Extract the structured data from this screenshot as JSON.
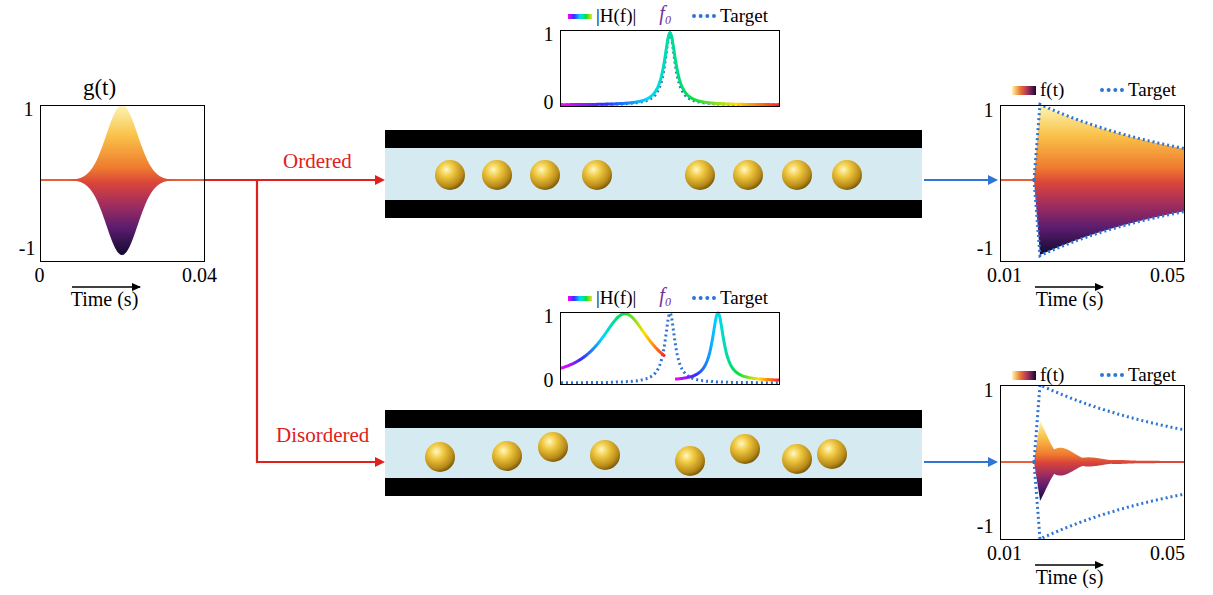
{
  "diagram": {
    "nodes": [
      {
        "text": [
          "g(t)",
          "1",
          "-1",
          "0",
          "0.04",
          "Time (s)"
        ]
      },
      {
        "text": [
          "f₀",
          "1",
          "0"
        ]
      },
      {
        "text": [
          "1",
          "-1",
          "0.01",
          "0.05",
          "Time (s)"
        ]
      },
      {
        "text": [
          "f₀",
          "1",
          "0"
        ]
      },
      {
        "text": [
          "1",
          "-1",
          "0.01",
          "0.05",
          "Time (s)"
        ]
      }
    ],
    "labels": [
      "Ordered",
      "Disordered"
    ],
    "legend": [
      {
        "text": "|H(f)|"
      },
      {
        "text": "Target"
      },
      {
        "text": "f(t)"
      },
      {
        "text": "Target"
      },
      {
        "text": "|H(f)|"
      },
      {
        "text": "Target"
      },
      {
        "text": "f(t)"
      },
      {
        "text": "Target"
      }
    ]
  }
}
